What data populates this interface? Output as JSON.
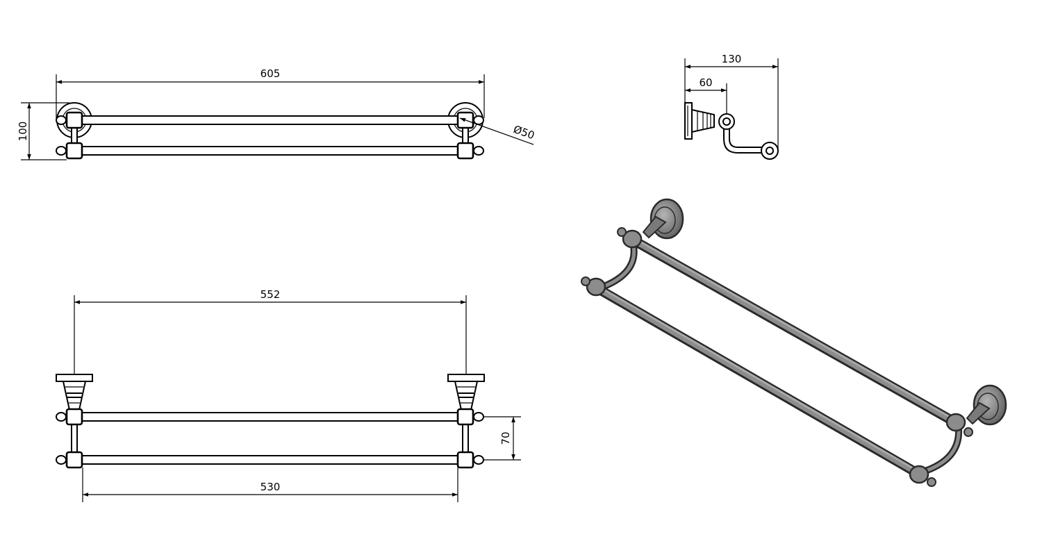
{
  "dimensions": {
    "top_view": {
      "overall_length": "605",
      "height": "100",
      "rosette_diameter": "Ø50"
    },
    "side_view": {
      "projection": "130",
      "bar_offset": "60"
    },
    "front_view": {
      "mount_distance": "552",
      "bar_length": "530",
      "bar_spacing": "70"
    }
  },
  "colors": {
    "line": "#000000",
    "background": "#ffffff",
    "render_dark": "#2a2a2a",
    "render_mid": "#8c8c8c",
    "render_light": "#a9a9a9"
  }
}
